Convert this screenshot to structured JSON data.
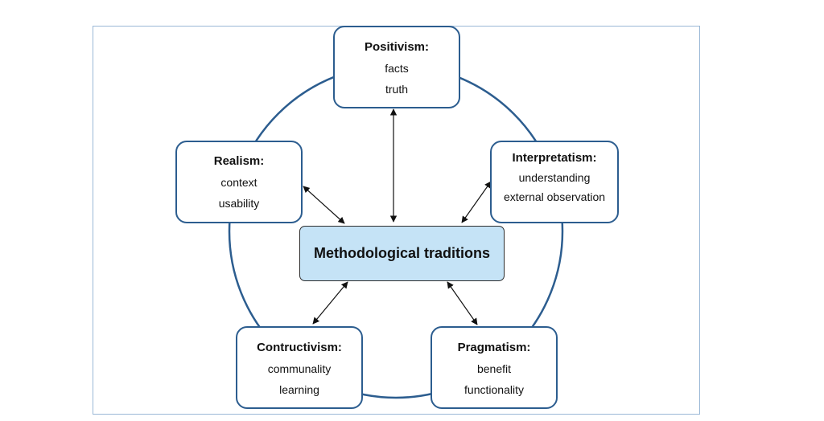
{
  "center": {
    "label": "Methodological traditions"
  },
  "nodes": {
    "positivism": {
      "title": "Positivism:",
      "lines": [
        "facts",
        "truth"
      ]
    },
    "realism": {
      "title": "Realism:",
      "lines": [
        "context",
        "usability"
      ]
    },
    "interpretatism": {
      "title": "Interpretatism:",
      "lines": [
        "understanding",
        "external observation"
      ]
    },
    "contructivism": {
      "title": "Contructivism:",
      "lines": [
        "communality",
        "learning"
      ]
    },
    "pragmatism": {
      "title": "Pragmatism:",
      "lines": [
        "benefit",
        "functionality"
      ]
    }
  },
  "colors": {
    "node_border": "#2c5d8f",
    "circle_stroke": "#2c5d8f",
    "center_fill": "#c5e3f6",
    "frame_border": "#9ab8d6"
  }
}
